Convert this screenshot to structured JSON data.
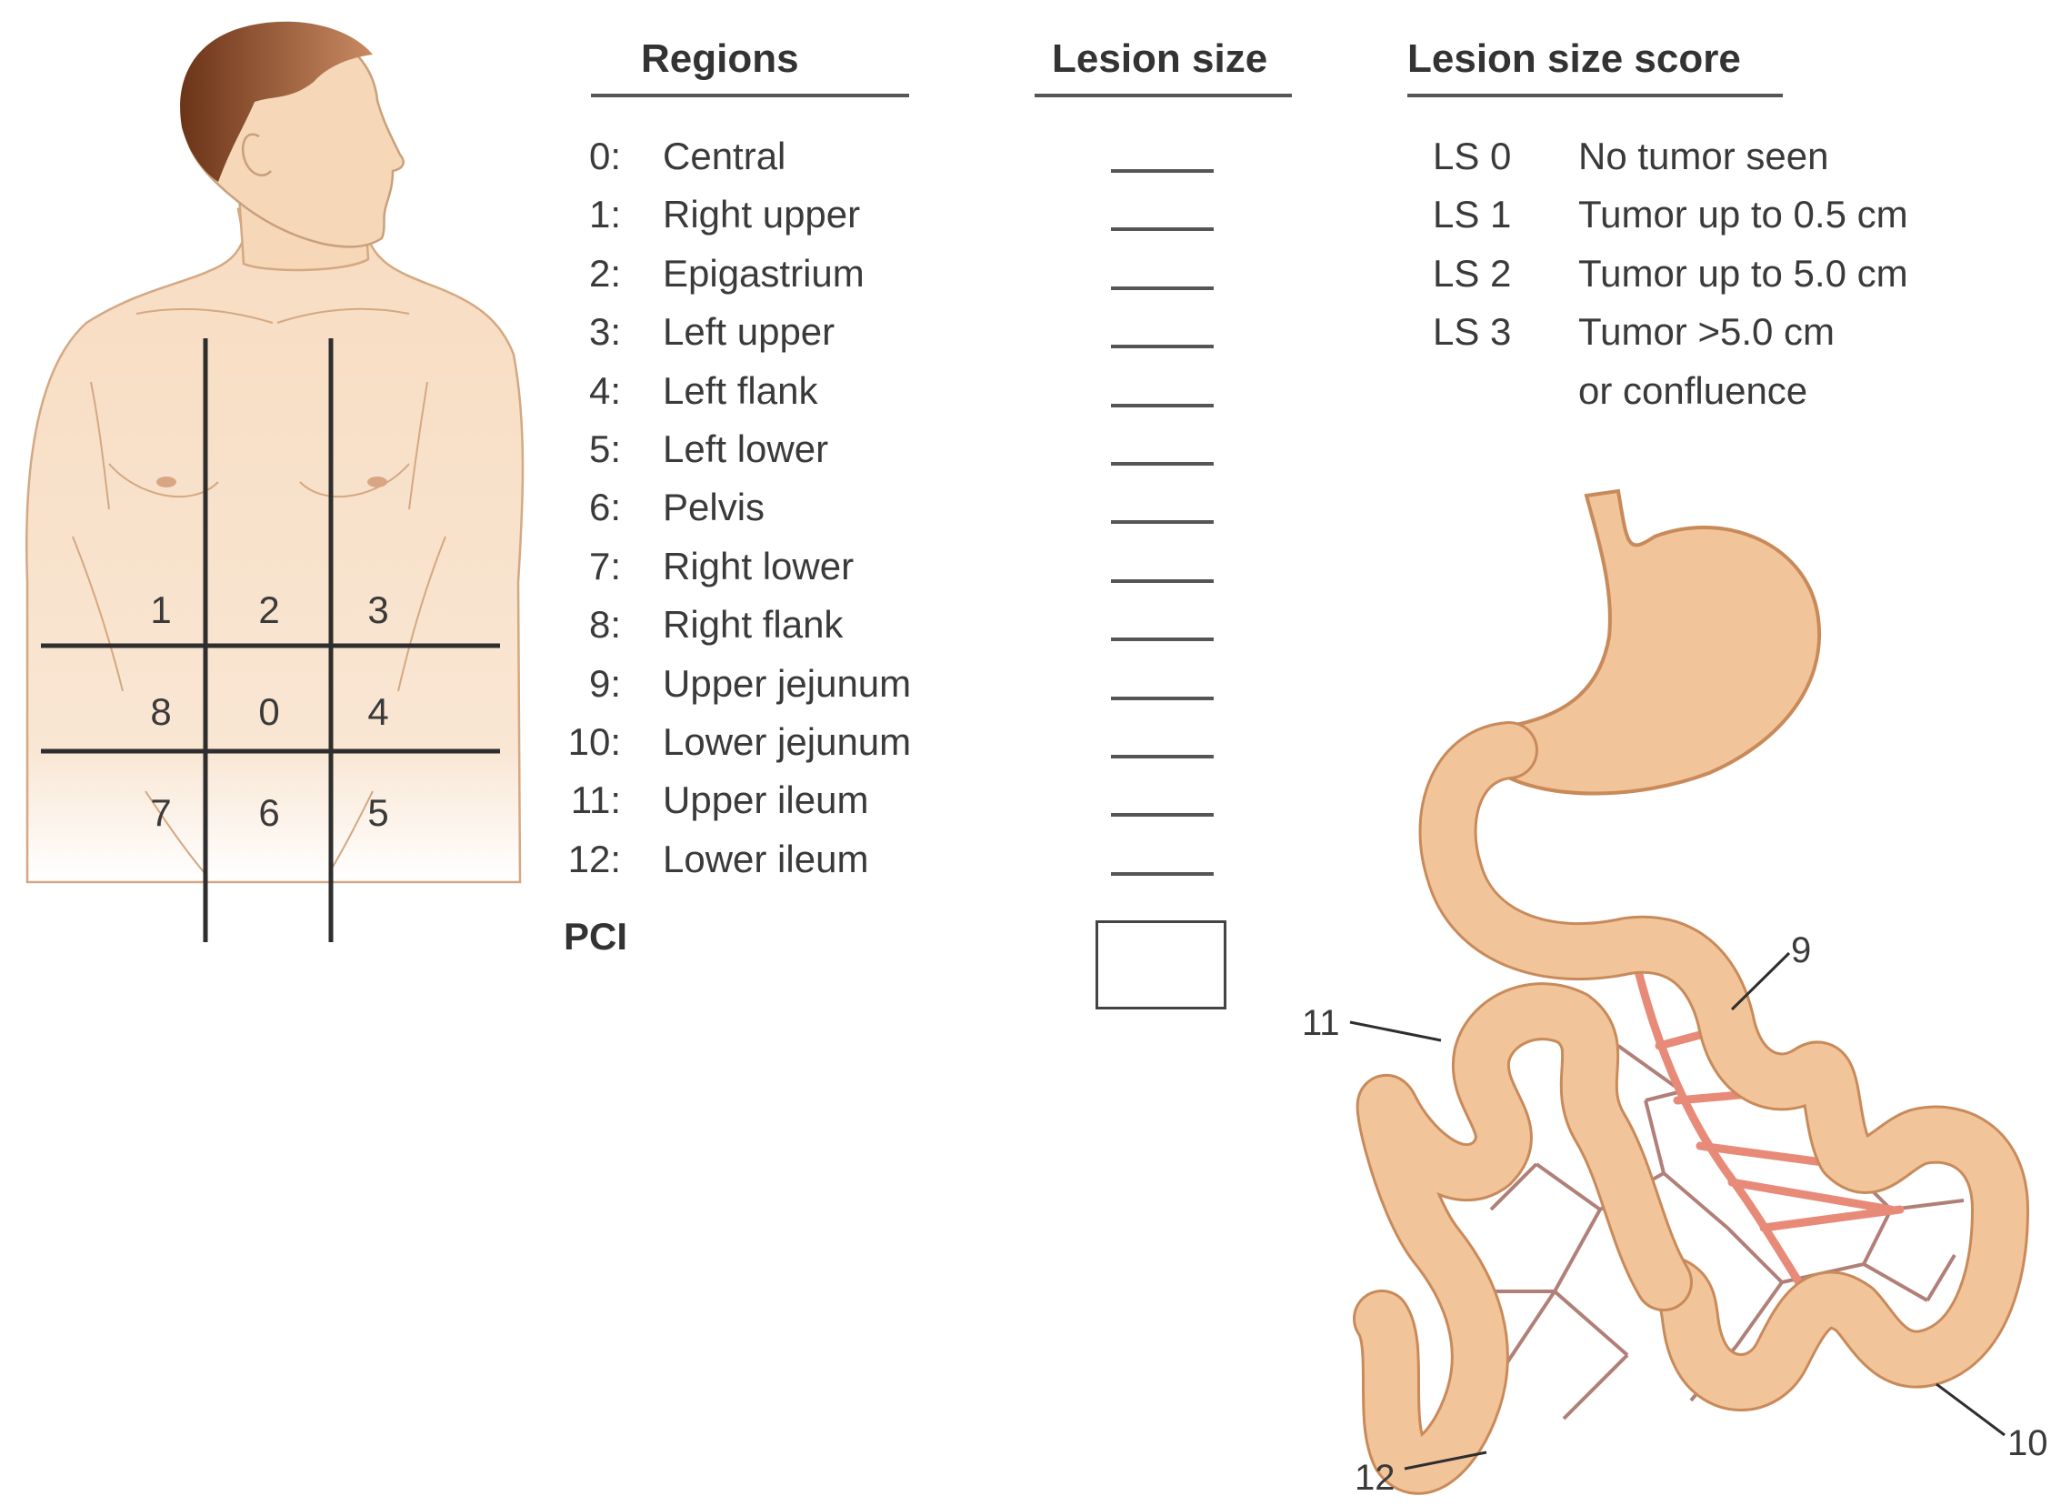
{
  "headers": {
    "regions": "Regions",
    "lesion_size": "Lesion size",
    "lesion_size_score": "Lesion size score"
  },
  "regions": [
    {
      "num": "0:",
      "name": "Central"
    },
    {
      "num": "1:",
      "name": "Right upper"
    },
    {
      "num": "2:",
      "name": "Epigastrium"
    },
    {
      "num": "3:",
      "name": "Left upper"
    },
    {
      "num": "4:",
      "name": "Left flank"
    },
    {
      "num": "5:",
      "name": "Left lower"
    },
    {
      "num": "6:",
      "name": "Pelvis"
    },
    {
      "num": "7:",
      "name": "Right lower"
    },
    {
      "num": "8:",
      "name": "Right flank"
    },
    {
      "num": "9:",
      "name": "Upper jejunum"
    },
    {
      "num": "10:",
      "name": "Lower jejunum"
    },
    {
      "num": "11:",
      "name": "Upper ileum"
    },
    {
      "num": "12:",
      "name": "Lower ileum"
    }
  ],
  "pci_label": "PCI",
  "scores": [
    {
      "code": "LS 0",
      "desc": "No tumor seen"
    },
    {
      "code": "LS 1",
      "desc": "Tumor up to 0.5 cm"
    },
    {
      "code": "LS 2",
      "desc": "Tumor up to 5.0 cm"
    },
    {
      "code": "LS 3",
      "desc": "Tumor >5.0 cm"
    },
    {
      "code": "",
      "desc": "or confluence"
    }
  ],
  "grid_numbers": {
    "r1": "1",
    "r2": "2",
    "r3": "3",
    "r8": "8",
    "r0": "0",
    "r4": "4",
    "r7": "7",
    "r6": "6",
    "r5": "5"
  },
  "bowel_labels": {
    "l9": "9",
    "l10": "10",
    "l11": "11",
    "l12": "12"
  },
  "colors": {
    "skin": "#f6dcc0",
    "skin_line": "#c9a07c",
    "hair": "#8a4a2a",
    "bowel_fill": "#f2c49a",
    "bowel_edge": "#c98a5a",
    "mesentery": "#b08078",
    "vessel": "#e88a78",
    "grid": "#2e2e2e"
  }
}
